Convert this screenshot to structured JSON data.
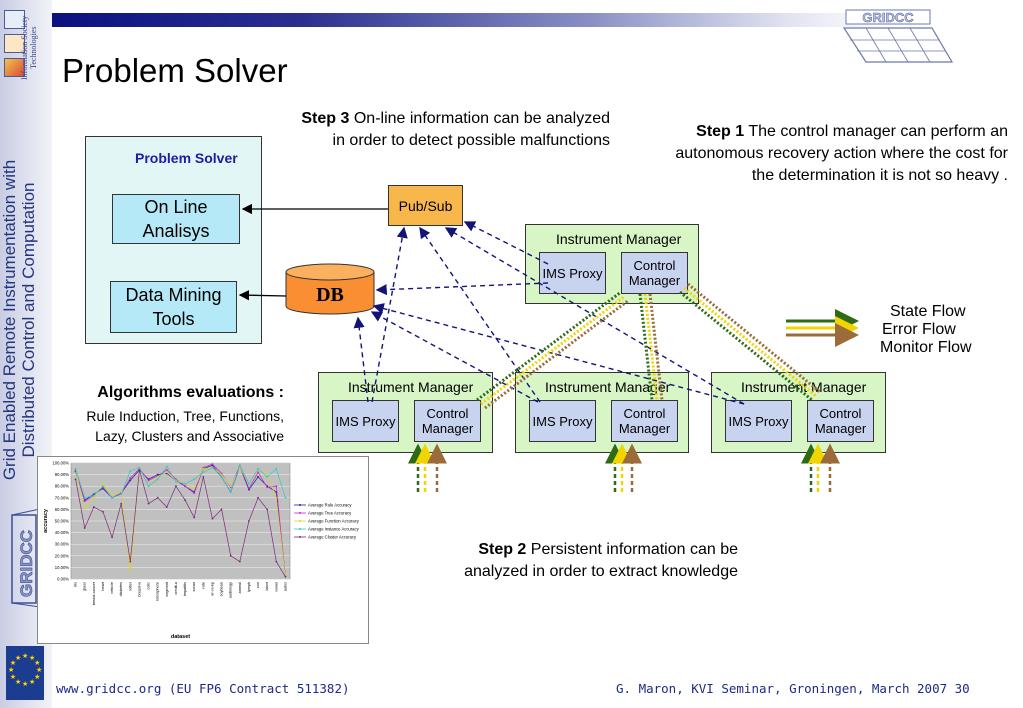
{
  "sidebar": {
    "title_line1": "Grid Enabled Remote Instrumentation with",
    "title_line2": "Distributed Control and Computation",
    "ist_text": "Information Society Technologies",
    "gridcc_label": "GRIDCC"
  },
  "header": {
    "logo_label": "GRIDCC"
  },
  "title": "Problem Solver",
  "step3": {
    "label": "Step 3",
    "text": "On-line information can be analyzed in order to detect possible malfunctions"
  },
  "step1": {
    "label": "Step 1",
    "text": "The control manager can perform an autonomous recovery action where the cost for the determination it is not so heavy ."
  },
  "step2": {
    "label": "Step 2",
    "text": "Persistent information can be analyzed in order to extract knowledge"
  },
  "problem_solver": {
    "title": "Problem Solver",
    "online": "On Line Analisys",
    "datamining": "Data Mining Tools"
  },
  "pubsub": "Pub/Sub",
  "db": "DB",
  "im_top": {
    "title": "Instrument Manager",
    "ims": "IMS Proxy",
    "control": "Control Manager"
  },
  "im_bottom": [
    {
      "title": "Instrument Manager",
      "ims": "IMS Proxy",
      "control": "Control Manager"
    },
    {
      "title": "Instrument Manager",
      "ims": "IMS Proxy",
      "control": "Control Manager"
    },
    {
      "title": "Instrument Manager",
      "ims": "IMS Proxy",
      "control": "Control Manager"
    }
  ],
  "legend": [
    {
      "label": "State Flow",
      "color": "#2e6b12"
    },
    {
      "label": "Error Flow",
      "color": "#f2d400"
    },
    {
      "label": "Monitor Flow",
      "color": "#9c6b3a"
    }
  ],
  "algorithms": {
    "title": "Algorithms evaluations :",
    "line1": "Rule Induction, Tree, Functions,",
    "line2": "Lazy, Clusters and Associative"
  },
  "chart_data": {
    "type": "line",
    "ylabel": "accuracy",
    "xlabel": "dataset",
    "ylim": [
      0,
      100
    ],
    "yticks": [
      "0.00%",
      "10.00%",
      "20.00%",
      "30.00%",
      "40.00%",
      "50.00%",
      "60.00%",
      "70.00%",
      "80.00%",
      "90.00%",
      "100.00%"
    ],
    "categories": [
      "iris",
      "glass",
      "breast-cancer",
      "heart",
      "vehicle",
      "diabetes",
      "letter",
      "breast-w",
      "colic",
      "ionosphere",
      "segment",
      "credit-a",
      "hepatitis",
      "sonar",
      "vote",
      "kr-vs-kp",
      "soybean",
      "audiology",
      "anneal",
      "lymph",
      "zoo",
      "labor",
      "vowel",
      "autos"
    ],
    "series": [
      {
        "name": "Average Rule Accuracy",
        "color": "#1c1c9c",
        "values": [
          93,
          68,
          73,
          78,
          70,
          74,
          85,
          94,
          86,
          90,
          91,
          85,
          80,
          75,
          95,
          98,
          88,
          75,
          97,
          77,
          88,
          80,
          75,
          2
        ]
      },
      {
        "name": "Average Tree Accuracy",
        "color": "#d020d0",
        "values": [
          94,
          67,
          72,
          79,
          70,
          74,
          87,
          95,
          85,
          89,
          94,
          86,
          80,
          74,
          96,
          99,
          91,
          79,
          98,
          78,
          92,
          79,
          80,
          2
        ]
      },
      {
        "name": "Average Function Accuracy",
        "color": "#d8d820",
        "values": [
          95,
          60,
          70,
          82,
          72,
          76,
          6,
          96,
          80,
          88,
          92,
          85,
          82,
          78,
          95,
          96,
          90,
          80,
          96,
          82,
          94,
          90,
          70,
          2
        ]
      },
      {
        "name": "Average Instance Accuracy",
        "color": "#30c8c8",
        "values": [
          95,
          70,
          72,
          80,
          70,
          73,
          93,
          96,
          80,
          86,
          97,
          84,
          82,
          86,
          92,
          96,
          88,
          75,
          98,
          82,
          95,
          88,
          95,
          70
        ]
      },
      {
        "name": "Average Cluster Accuracy",
        "color": "#7a2a7a",
        "values": [
          86,
          44,
          62,
          58,
          36,
          65,
          15,
          94,
          65,
          70,
          62,
          80,
          68,
          53,
          88,
          52,
          60,
          20,
          15,
          50,
          70,
          60,
          15,
          2
        ]
      }
    ]
  },
  "footer": {
    "left": "www.gridcc.org (EU FP6 Contract 511382)",
    "right": "G. Maron, KVI Seminar, Groningen,  March 2007   30"
  }
}
